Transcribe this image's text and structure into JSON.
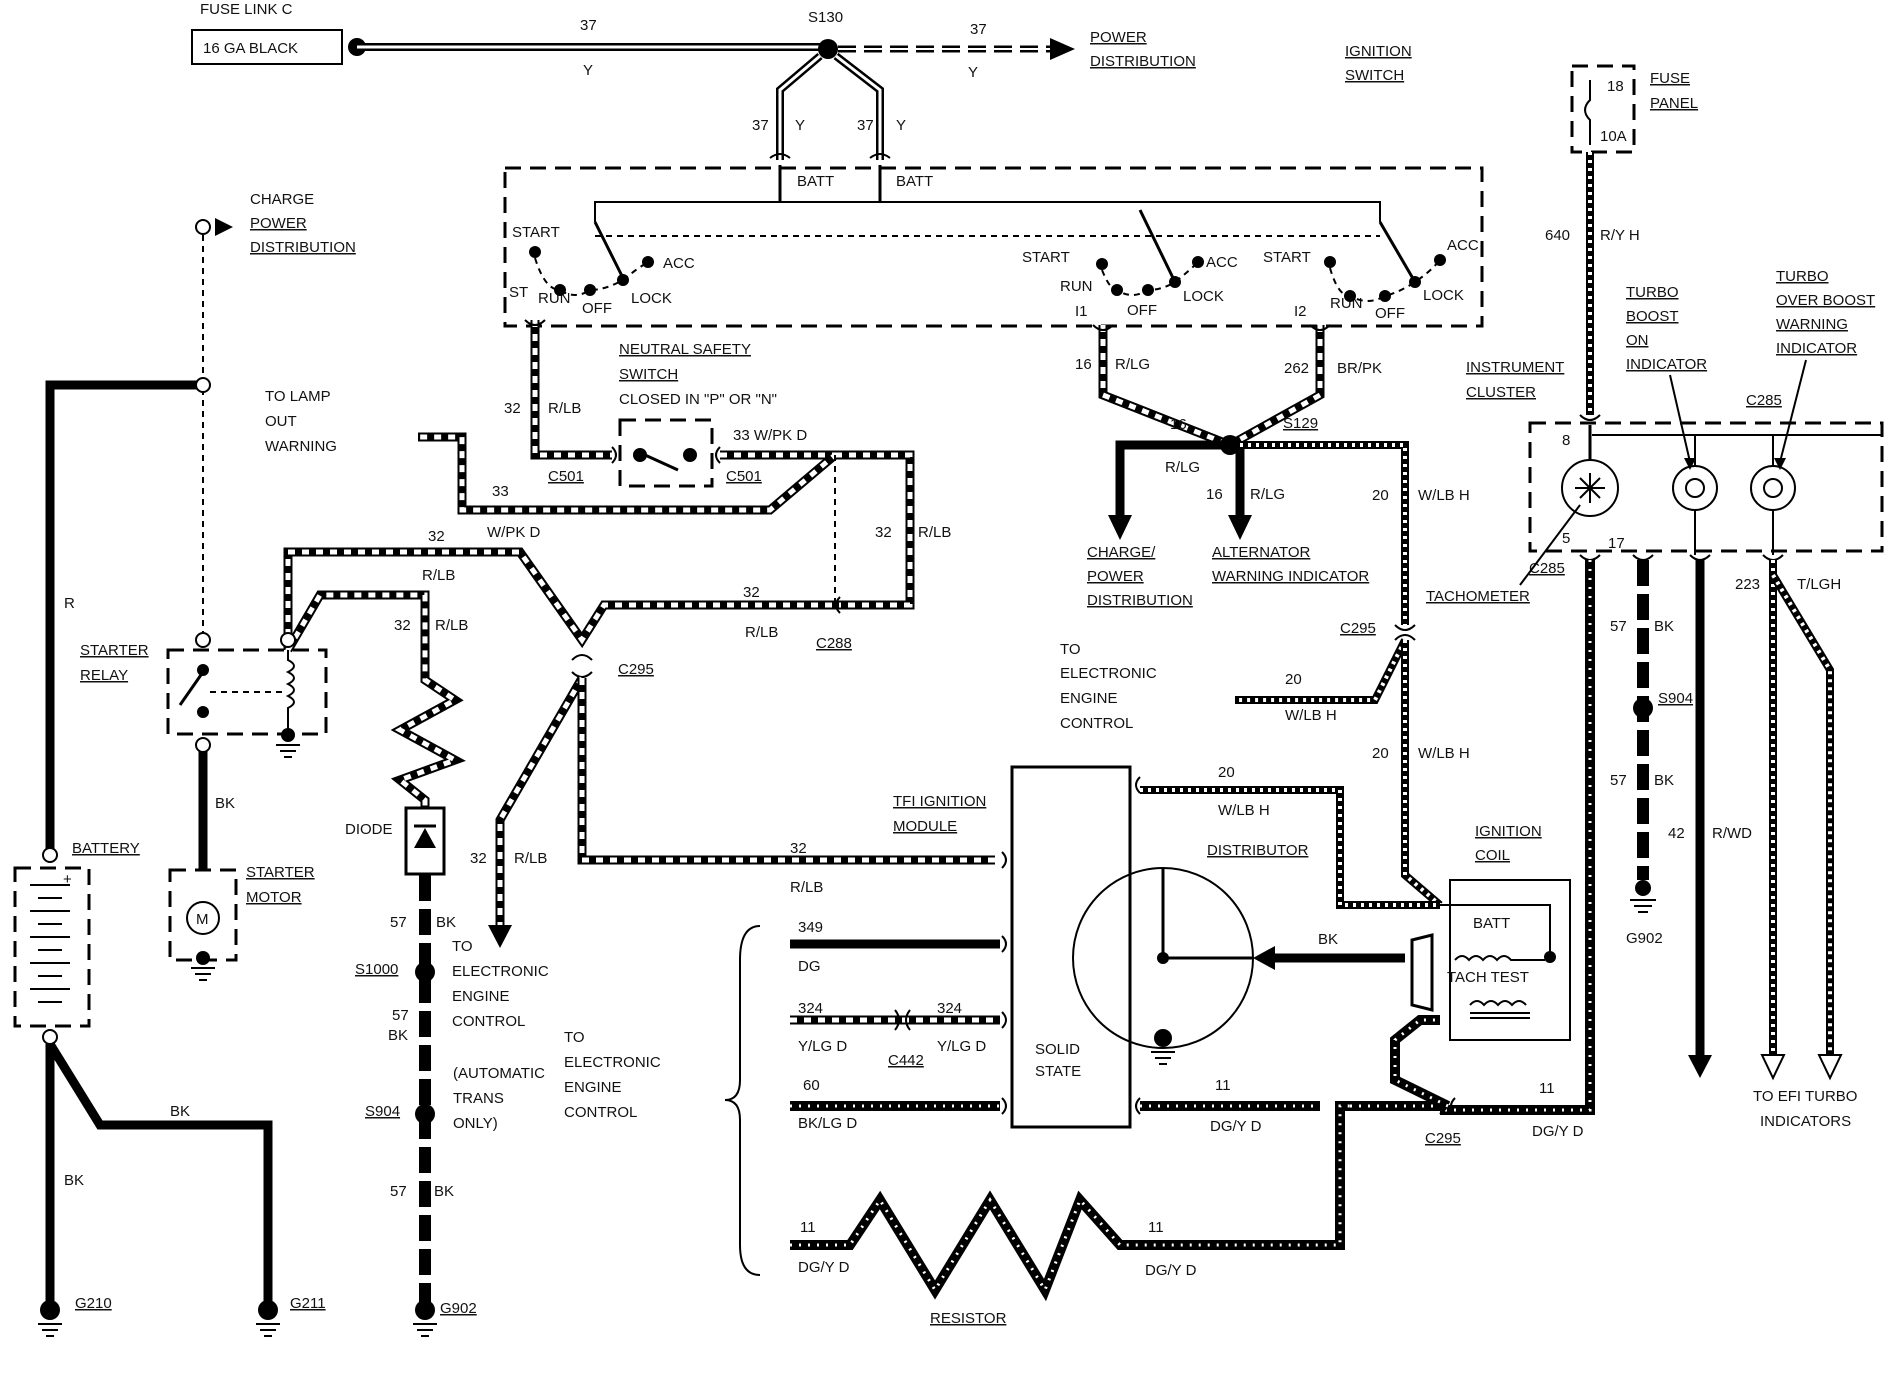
{
  "power": {
    "fuse_link": "FUSE LINK C",
    "fuse_link_wire": "16 GA BLACK",
    "splice_s130": "S130",
    "circuit_37a": "37",
    "color_y_a": "Y",
    "circuit_37b": "37",
    "color_y_b": "Y",
    "power_distribution": [
      "POWER",
      "DISTRIBUTION"
    ],
    "branch_37_left": "37",
    "branch_y_left": "Y",
    "branch_37_right": "37",
    "branch_y_right": "Y"
  },
  "ignition_switch": {
    "title": [
      "IGNITION",
      "SWITCH"
    ],
    "batt_1": "BATT",
    "batt_2": "BATT",
    "start_1": "START",
    "acc_1": "ACC",
    "st": "ST",
    "run_1": "RUN",
    "off_1": "OFF",
    "lock_1": "LOCK",
    "start_2": "START",
    "acc_2": "ACC",
    "run_2": "RUN",
    "off_2": "OFF",
    "lock_2": "LOCK",
    "start_3": "START",
    "acc_3": "ACC",
    "run_3": "RUN",
    "off_3": "OFF",
    "lock_3": "LOCK",
    "i1": "I1",
    "i2": "I2"
  },
  "fuse_panel": {
    "title": [
      "FUSE",
      "PANEL"
    ],
    "fuse_num": "18",
    "fuse_rating": "10A",
    "circuit": "640",
    "color": "R/Y H"
  },
  "charge": {
    "label": [
      "CHARGE",
      "POWER",
      "DISTRIBUTION"
    ],
    "to_lamp": [
      "TO LAMP",
      "OUT",
      "WARNING"
    ],
    "r_label": "R"
  },
  "neutral_safety": {
    "title": [
      "NEUTRAL SAFETY",
      "SWITCH",
      "CLOSED IN \"P\" OR \"N\""
    ],
    "c501_left": "C501",
    "c501_right": "C501",
    "wire_33_wpk_d": "33  W/PK D",
    "wire_32_rlb": "32",
    "rlb": "R/LB",
    "w33": "33",
    "wpkd": "W/PK D"
  },
  "charge_circuit": {
    "c16": "16",
    "rlg": "R/LG",
    "c262": "262",
    "brpk": "BR/PK",
    "s129": "S129",
    "c16b": "16",
    "rlg_b": "R/LG",
    "c16c": "16",
    "rlg_c": "R/LG",
    "c20": "20",
    "wlbh": "W/LB H",
    "charge_power": [
      "CHARGE/",
      "POWER",
      "DISTRIBUTION"
    ],
    "alternator": [
      "ALTERNATOR",
      "WARNING INDICATOR"
    ],
    "to_eec": [
      "TO",
      "ELECTRONIC",
      "ENGINE",
      "CONTROL"
    ],
    "c295": "C295",
    "c20b": "20",
    "wlbh_b": "W/LB H",
    "c20c": "20",
    "wlbh_c": "W/LB H"
  },
  "instrument_cluster": {
    "title": [
      "INSTRUMENT",
      "CLUSTER"
    ],
    "turbo_boost": [
      "TURBO",
      "BOOST",
      "ON",
      "INDICATOR"
    ],
    "turbo_over": [
      "TURBO",
      "OVER BOOST",
      "WARNING",
      "INDICATOR"
    ],
    "c285_top": "C285",
    "c285_bottom": "C285",
    "pin8": "8",
    "pin5": "5",
    "pin17": "17",
    "tachometer": "TACHOMETER",
    "c223": "223",
    "tlgh": "T/LGH",
    "c57a": "57",
    "bk_a": "BK",
    "s904": "S904",
    "c57b": "57",
    "bk_b": "BK",
    "c42": "42",
    "rwd": "R/WD",
    "g902": "G902",
    "to_efi": [
      "TO EFI TURBO",
      "INDICATORS"
    ]
  },
  "starter": {
    "c32_top": "32",
    "rlb_top": "R/LB",
    "rlb_mid": "R/LB",
    "c32_mid": "32",
    "rlb_mid2": "R/LB",
    "c32_right": "32",
    "rlb_right": "R/LB",
    "c32_long": "32",
    "rlb_long": "R/LB",
    "c288": "C288",
    "c295": "C295",
    "starter_relay": [
      "STARTER",
      "RELAY"
    ],
    "bk": "BK",
    "starter_motor": [
      "STARTER",
      "MOTOR"
    ],
    "battery": "BATTERY",
    "bk_ground": "BK",
    "bk_left": "BK",
    "g210": "G210",
    "g211": "G211",
    "diode": "DIODE",
    "c57a": "57",
    "bk_d": "BK",
    "s1000": "S1000",
    "c57b": "57",
    "bk_e": "BK",
    "s904": "S904",
    "c57c": "57",
    "bk_f": "BK",
    "g902": "G902",
    "to_eec_1": [
      "TO",
      "ELECTRONIC",
      "ENGINE",
      "CONTROL"
    ],
    "auto_trans": [
      "(AUTOMATIC",
      "TRANS",
      "ONLY)"
    ],
    "to_eec_2": [
      "TO",
      "ELECTRONIC",
      "ENGINE",
      "CONTROL"
    ],
    "c32_down": "32",
    "rlb_down": "R/LB"
  },
  "tfi": {
    "title": [
      "TFI IGNITION",
      "MODULE"
    ],
    "c32": "32",
    "rlb": "R/LB",
    "c349": "349",
    "dg": "DG",
    "c324a": "324",
    "ylgd_a": "Y/LG D",
    "c442": "C442",
    "c324b": "324",
    "ylgd_b": "Y/LG D",
    "c60": "60",
    "bklgd": "BK/LG D",
    "solid_state": [
      "SOLID",
      "STATE"
    ],
    "c11a": "11",
    "dgyd_a": "DG/Y D",
    "c11b": "11",
    "dgyd_b": "DG/Y D",
    "c295": "C295",
    "c11c": "11",
    "dgyd_c": "DG/Y D",
    "c11d": "11",
    "dgyd_d": "DG/Y D",
    "resistor": "RESISTOR",
    "c20": "20",
    "wlbh": "W/LB H",
    "distributor": "DISTRIBUTOR",
    "bk": "BK",
    "ignition_coil": [
      "IGNITION",
      "COIL"
    ],
    "batt": "BATT",
    "tach_test": "TACH  TEST"
  }
}
